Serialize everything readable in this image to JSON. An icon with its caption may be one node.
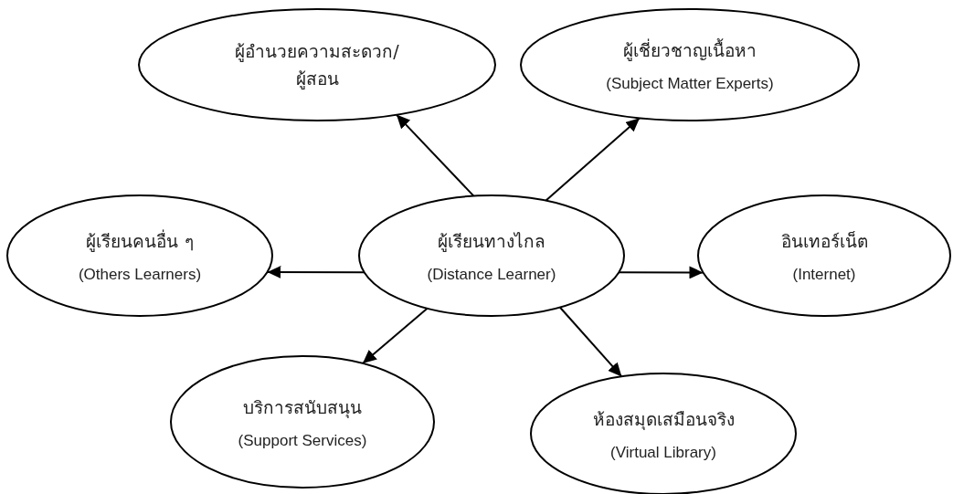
{
  "diagram": {
    "nodes": [
      {
        "text": [
          "ผู้เรียนทางไกล",
          "(Distance Learner)"
        ]
      },
      {
        "text": [
          "ผู้อำนวยความสะดวก/ผู้สอน"
        ]
      },
      {
        "text": [
          "ผู้เชี่ยวชาญเนื้อหา",
          "(Subject Matter Experts)"
        ]
      },
      {
        "text": [
          "ผู้เรียนคนอื่น ๆ",
          "(Others Learners)"
        ]
      },
      {
        "text": [
          "อินเทอร์เน็ต",
          "(Internet)"
        ]
      },
      {
        "text": [
          "บริการสนับสนุน",
          "(Support Services)"
        ]
      },
      {
        "text": [
          "ห้องสมุดเสมือนจริง",
          "(Virtual Library)"
        ]
      }
    ],
    "edges": [
      {
        "from": 0,
        "to": 1,
        "arrow": "to"
      },
      {
        "from": 0,
        "to": 2,
        "arrow": "to"
      },
      {
        "from": 0,
        "to": 3,
        "arrow": "to"
      },
      {
        "from": 0,
        "to": 4,
        "arrow": "to"
      },
      {
        "from": 0,
        "to": 5,
        "arrow": "to"
      },
      {
        "from": 0,
        "to": 6,
        "arrow": "to"
      }
    ]
  }
}
